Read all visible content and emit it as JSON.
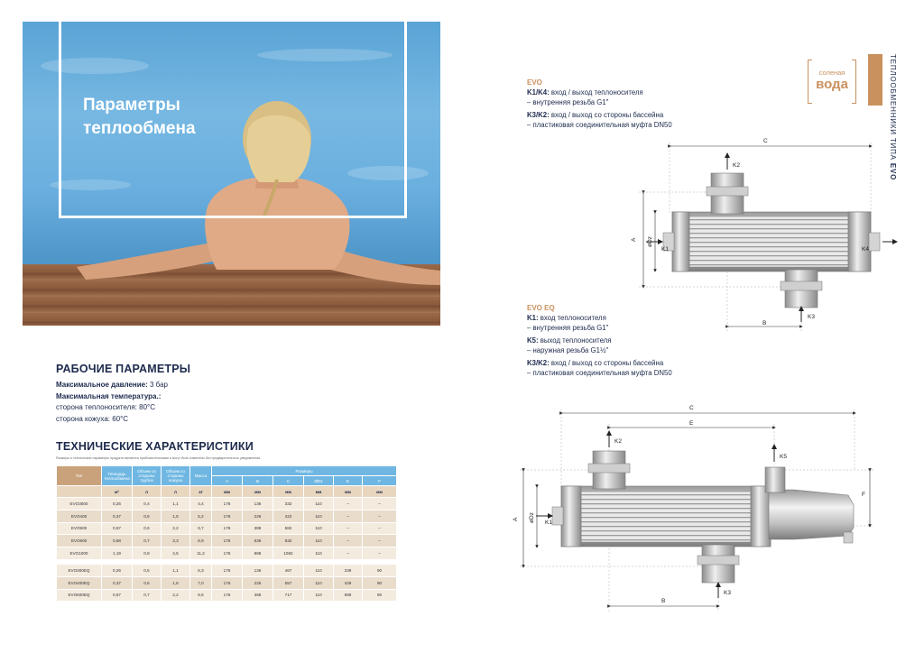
{
  "photo": {
    "title_line1": "Параметры",
    "title_line2": "теплообмена"
  },
  "working_params": {
    "title": "РАБОЧИЕ ПАРАМЕТРЫ",
    "max_pressure_label": "Максимальное давление:",
    "max_pressure_value": "3 бар",
    "max_temp_label": "Максимальная температура.:",
    "heat_side": "сторона теплоносителя: 80°C",
    "shell_side": "сторона кожуха: 60°C"
  },
  "tech": {
    "title": "ТЕХНИЧЕСКИЕ ХАРАКТЕРИСТИКИ",
    "note": "Размеры и технические параметры продукта являются приблизительными и могут быть изменены без предварительного уведомления.",
    "headers": {
      "type": "Тип",
      "area": "Площадь теплообмена",
      "vol_tubes": "Объем со стороны трубок",
      "vol_shell": "Объем со стороны кожуха",
      "mass": "Масса",
      "dims": "Размеры"
    },
    "dim_letters": [
      "A",
      "B",
      "C",
      "ØDz",
      "E",
      "F"
    ],
    "units": [
      "м²",
      "л",
      "л",
      "кг",
      "мм",
      "мм",
      "мм",
      "мм",
      "мм",
      "мм"
    ],
    "rows": [
      [
        "EVO3000",
        "0,26",
        "0,4",
        "1,1",
        "4,4",
        "176",
        "136",
        "332",
        "110",
        "–",
        "–"
      ],
      [
        "EVO400",
        "0,37",
        "0,5",
        "1,5",
        "5,2",
        "176",
        "226",
        "422",
        "110",
        "–",
        "–"
      ],
      [
        "EVO500",
        "0,57",
        "0,6",
        "2,2",
        "6,7",
        "176",
        "388",
        "582",
        "110",
        "–",
        "–"
      ],
      [
        "EVO600",
        "0,88",
        "0,7",
        "3,3",
        "8,9",
        "176",
        "636",
        "832",
        "110",
        "–",
        "–"
      ],
      [
        "EVO1000",
        "1,19",
        "0,9",
        "4,5",
        "11,2",
        "176",
        "888",
        "1082",
        "110",
        "–",
        "–"
      ]
    ],
    "rows_eq": [
      [
        "EVO300EQ",
        "0,26",
        "0,5",
        "1,1",
        "6,3",
        "176",
        "136",
        "467",
        "110",
        "339",
        "90"
      ],
      [
        "EVO400EQ",
        "0,37",
        "0,6",
        "1,5",
        "7,0",
        "176",
        "226",
        "557",
        "110",
        "429",
        "90"
      ],
      [
        "EVO500EQ",
        "0,57",
        "0,7",
        "2,2",
        "8,5",
        "176",
        "368",
        "717",
        "110",
        "589",
        "90"
      ]
    ]
  },
  "logo": {
    "line1": "соленая",
    "line2": "вода"
  },
  "side": {
    "prefix": "ТЕПЛООБМЕННИКИ ТИПА ",
    "brand": "EVO"
  },
  "evo": {
    "heading": "EVO",
    "k14_label": "K1/K4:",
    "k14_text": " вход  /  выход теплоносителя",
    "k14_sub": "– внутренняя резьба G1\"",
    "k32_label": "K3/K2:",
    "k32_text": " вход  /  выход со стороны бассейна",
    "k32_sub": "– пластиковая соединительная муфта DN50"
  },
  "evo_eq": {
    "heading": "EVO EQ",
    "k1_label": "K1:",
    "k1_text": " вход теплоносителя",
    "k1_sub": "– внутренняя резьба G1\"",
    "k5_label": "K5:",
    "k5_text": " выход теплоносителя",
    "k5_sub": "– наружная резьба G1½\"",
    "k32_label": "K3/K2:",
    "k32_text": " вход  /  выход со стороны бассейна",
    "k32_sub": "– пластиковая соединительная муфта DN50"
  },
  "diagram1": {
    "C": "C",
    "A": "A",
    "Dz": "øDz",
    "B": "B",
    "K1": "K1",
    "K2": "K2",
    "K3": "K3",
    "K4": "K4"
  },
  "diagram2": {
    "C": "C",
    "E": "E",
    "A": "A",
    "Dz": "øDz",
    "B": "B",
    "F": "F",
    "K1": "K1",
    "K2": "K2",
    "K3": "K3",
    "K5": "K5"
  }
}
